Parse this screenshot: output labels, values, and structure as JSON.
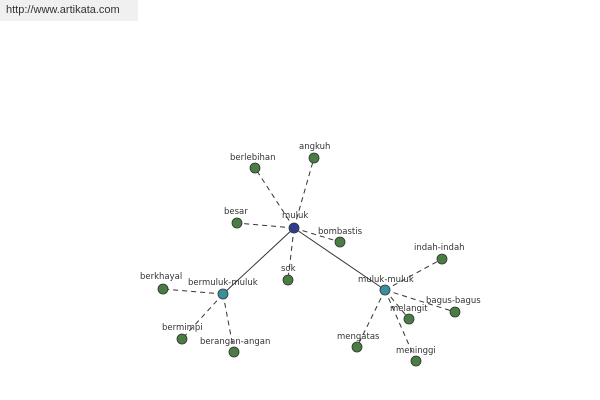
{
  "source_url": "http://www.artikata.com",
  "colors": {
    "root": "#2f3d8f",
    "hub": "#3a8f9c",
    "leaf": "#4a7d43",
    "edge": "#333333"
  },
  "graph": {
    "nodes": [
      {
        "id": "muluk",
        "label": "muluk",
        "kind": "root"
      },
      {
        "id": "bermuluk-muluk",
        "label": "bermuluk-muluk",
        "kind": "hub"
      },
      {
        "id": "muluk-muluk",
        "label": "muluk-muluk",
        "kind": "hub"
      },
      {
        "id": "angkuh",
        "label": "angkuh",
        "kind": "leaf"
      },
      {
        "id": "berlebihan",
        "label": "berlebihan",
        "kind": "leaf"
      },
      {
        "id": "besar",
        "label": "besar",
        "kind": "leaf"
      },
      {
        "id": "bombastis",
        "label": "bombastis",
        "kind": "leaf"
      },
      {
        "id": "sok",
        "label": "sok",
        "kind": "leaf"
      },
      {
        "id": "berkhayal",
        "label": "berkhayal",
        "kind": "leaf"
      },
      {
        "id": "bermimpi",
        "label": "bermimpi",
        "kind": "leaf"
      },
      {
        "id": "berangan-angan",
        "label": "berangan-angan",
        "kind": "leaf"
      },
      {
        "id": "indah-indah",
        "label": "indah-indah",
        "kind": "leaf"
      },
      {
        "id": "bagus-bagus",
        "label": "bagus-bagus",
        "kind": "leaf"
      },
      {
        "id": "melangit",
        "label": "melangit",
        "kind": "leaf"
      },
      {
        "id": "mengatas",
        "label": "mengatas",
        "kind": "leaf"
      },
      {
        "id": "meninggi",
        "label": "meninggi",
        "kind": "leaf"
      }
    ],
    "edges": [
      {
        "from": "muluk",
        "to": "bermuluk-muluk",
        "style": "solid"
      },
      {
        "from": "muluk",
        "to": "muluk-muluk",
        "style": "solid"
      },
      {
        "from": "muluk",
        "to": "angkuh",
        "style": "dashed"
      },
      {
        "from": "muluk",
        "to": "berlebihan",
        "style": "dashed"
      },
      {
        "from": "muluk",
        "to": "besar",
        "style": "dashed"
      },
      {
        "from": "muluk",
        "to": "bombastis",
        "style": "dashed"
      },
      {
        "from": "muluk",
        "to": "sok",
        "style": "dashed"
      },
      {
        "from": "bermuluk-muluk",
        "to": "berkhayal",
        "style": "dashed"
      },
      {
        "from": "bermuluk-muluk",
        "to": "bermimpi",
        "style": "dashed"
      },
      {
        "from": "bermuluk-muluk",
        "to": "berangan-angan",
        "style": "dashed"
      },
      {
        "from": "muluk-muluk",
        "to": "indah-indah",
        "style": "dashed"
      },
      {
        "from": "muluk-muluk",
        "to": "bagus-bagus",
        "style": "dashed"
      },
      {
        "from": "muluk-muluk",
        "to": "melangit",
        "style": "dashed"
      },
      {
        "from": "muluk-muluk",
        "to": "mengatas",
        "style": "dashed"
      },
      {
        "from": "muluk-muluk",
        "to": "meninggi",
        "style": "dashed"
      }
    ]
  }
}
